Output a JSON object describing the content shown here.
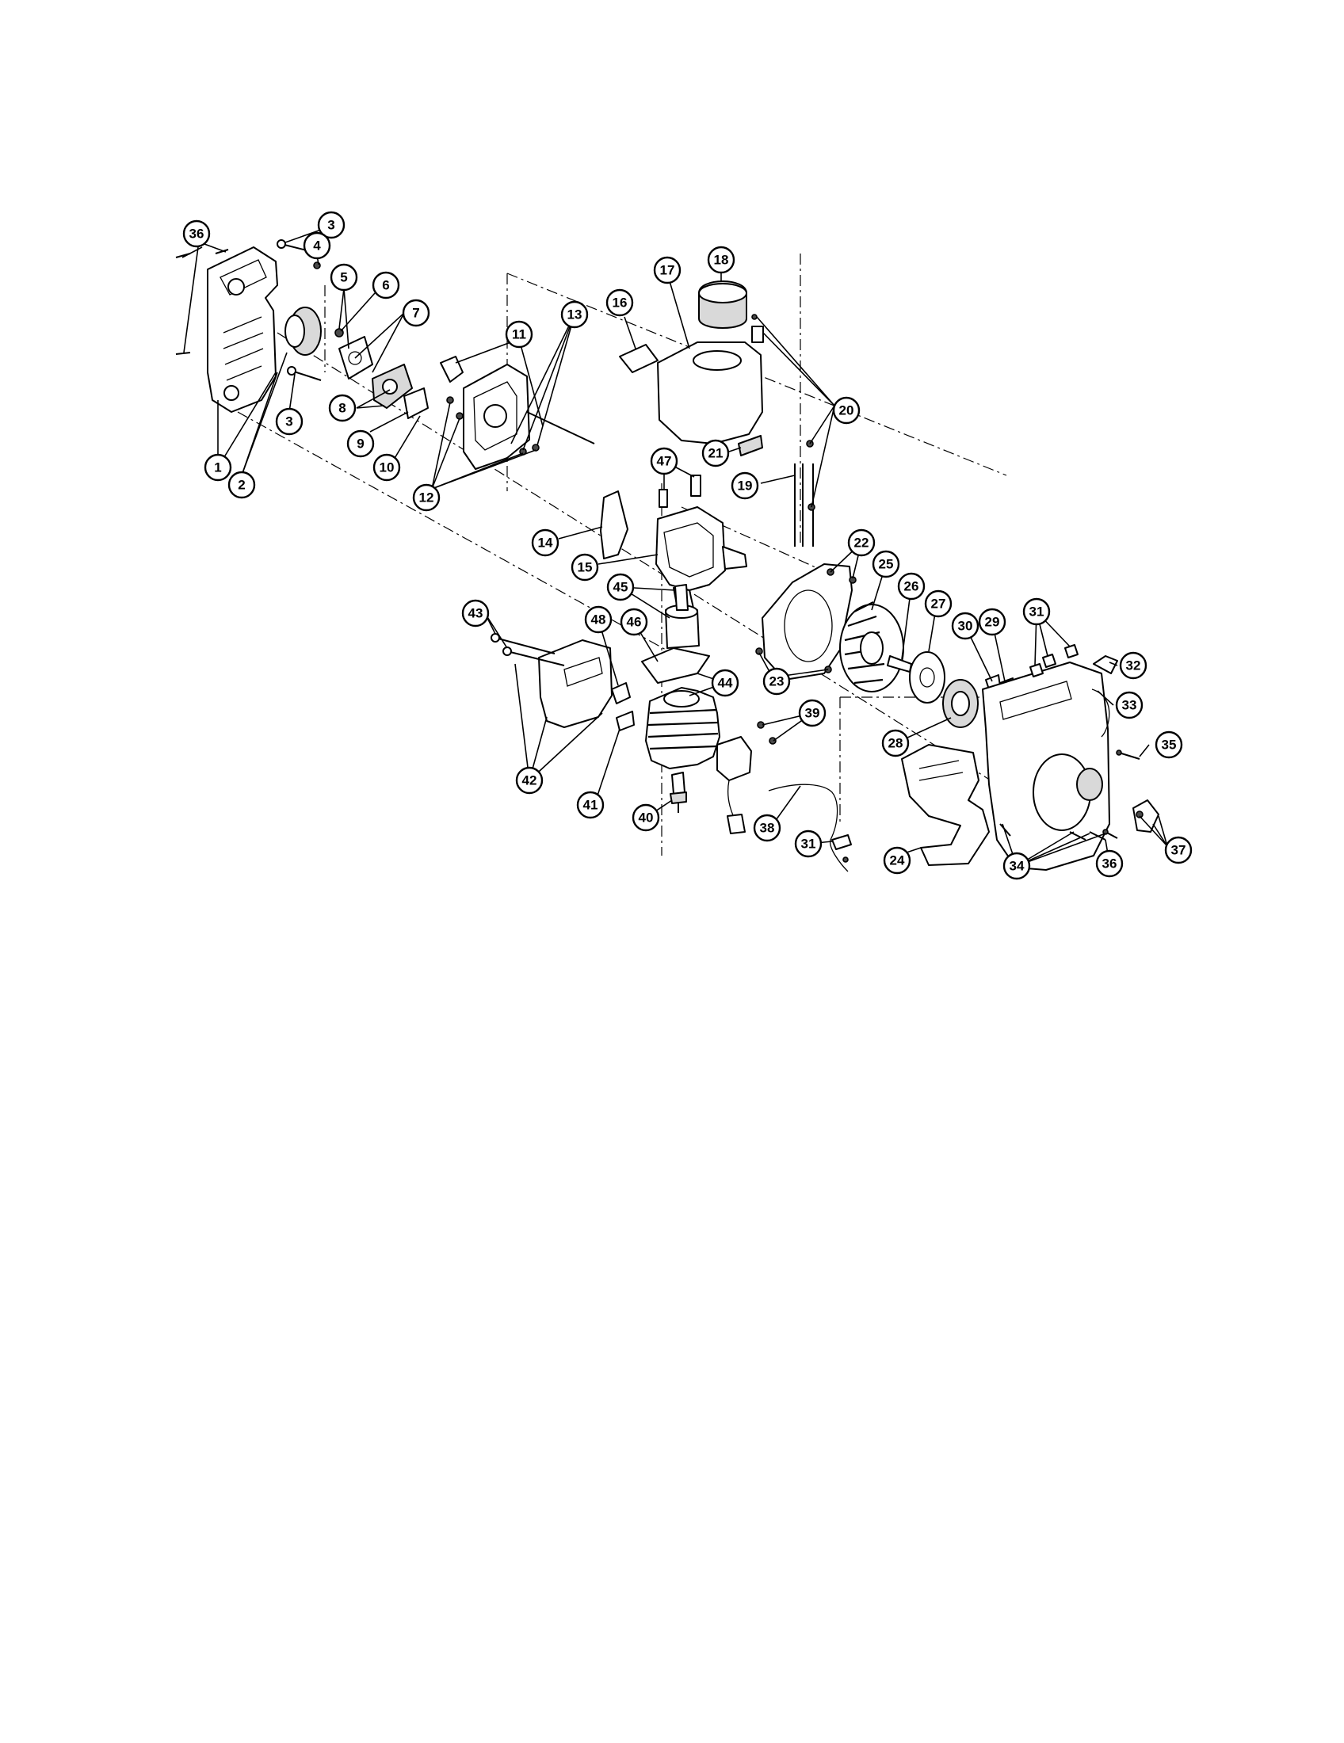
{
  "diagram": {
    "callouts": [
      {
        "label": "1"
      },
      {
        "label": "2"
      },
      {
        "label": "3"
      },
      {
        "label": "3"
      },
      {
        "label": "4"
      },
      {
        "label": "5"
      },
      {
        "label": "6"
      },
      {
        "label": "7"
      },
      {
        "label": "8"
      },
      {
        "label": "9"
      },
      {
        "label": "10"
      },
      {
        "label": "11"
      },
      {
        "label": "12"
      },
      {
        "label": "13"
      },
      {
        "label": "14"
      },
      {
        "label": "15"
      },
      {
        "label": "16"
      },
      {
        "label": "17"
      },
      {
        "label": "18"
      },
      {
        "label": "19"
      },
      {
        "label": "20"
      },
      {
        "label": "21"
      },
      {
        "label": "22"
      },
      {
        "label": "23"
      },
      {
        "label": "24"
      },
      {
        "label": "25"
      },
      {
        "label": "26"
      },
      {
        "label": "27"
      },
      {
        "label": "28"
      },
      {
        "label": "29"
      },
      {
        "label": "30"
      },
      {
        "label": "31"
      },
      {
        "label": "31"
      },
      {
        "label": "32"
      },
      {
        "label": "33"
      },
      {
        "label": "34"
      },
      {
        "label": "35"
      },
      {
        "label": "36"
      },
      {
        "label": "36"
      },
      {
        "label": "37"
      },
      {
        "label": "38"
      },
      {
        "label": "39"
      },
      {
        "label": "40"
      },
      {
        "label": "41"
      },
      {
        "label": "42"
      },
      {
        "label": "43"
      },
      {
        "label": "44"
      },
      {
        "label": "45"
      },
      {
        "label": "46"
      },
      {
        "label": "47"
      },
      {
        "label": "48"
      }
    ]
  }
}
